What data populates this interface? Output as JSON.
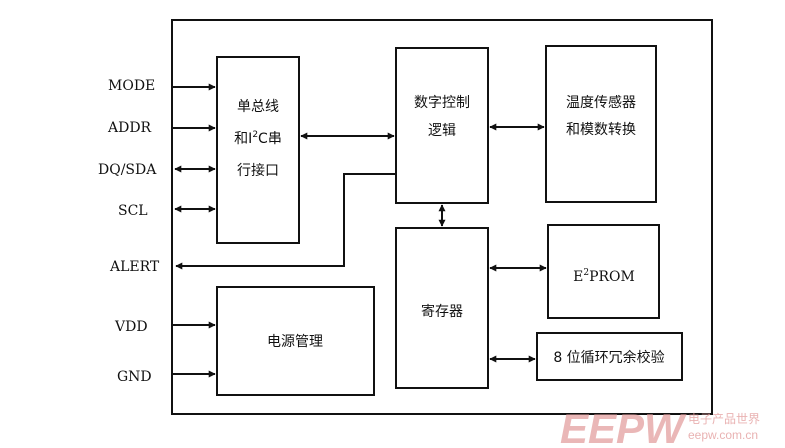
{
  "pins": {
    "mode": "MODE",
    "addr": "ADDR",
    "dq_sda": "DQ/SDA",
    "scl": "SCL",
    "alert": "ALERT",
    "vdd": "VDD",
    "gnd": "GND"
  },
  "blocks": {
    "serial_interface": {
      "line1": "单总线",
      "line2_a": "和I",
      "line2_sup": "2",
      "line2_b": "C串",
      "line3": "行接口"
    },
    "digital_logic": {
      "line1": "数字控制",
      "line2": "逻辑"
    },
    "temp_sensor": {
      "line1": "温度传感器",
      "line2": "和模数转换"
    },
    "register": {
      "label": "寄存器"
    },
    "eeprom": {
      "prefix": "E",
      "sup": "2",
      "suffix": "PROM"
    },
    "power": {
      "label": "电源管理"
    },
    "crc": {
      "label": "8 位循环冗余校验"
    }
  },
  "watermark": {
    "brand": "EEPW",
    "cn": "电子产品世界",
    "url": "eepw.com.cn"
  },
  "colors": {
    "stroke": "#111111",
    "watermark": "#e4a0a0"
  }
}
